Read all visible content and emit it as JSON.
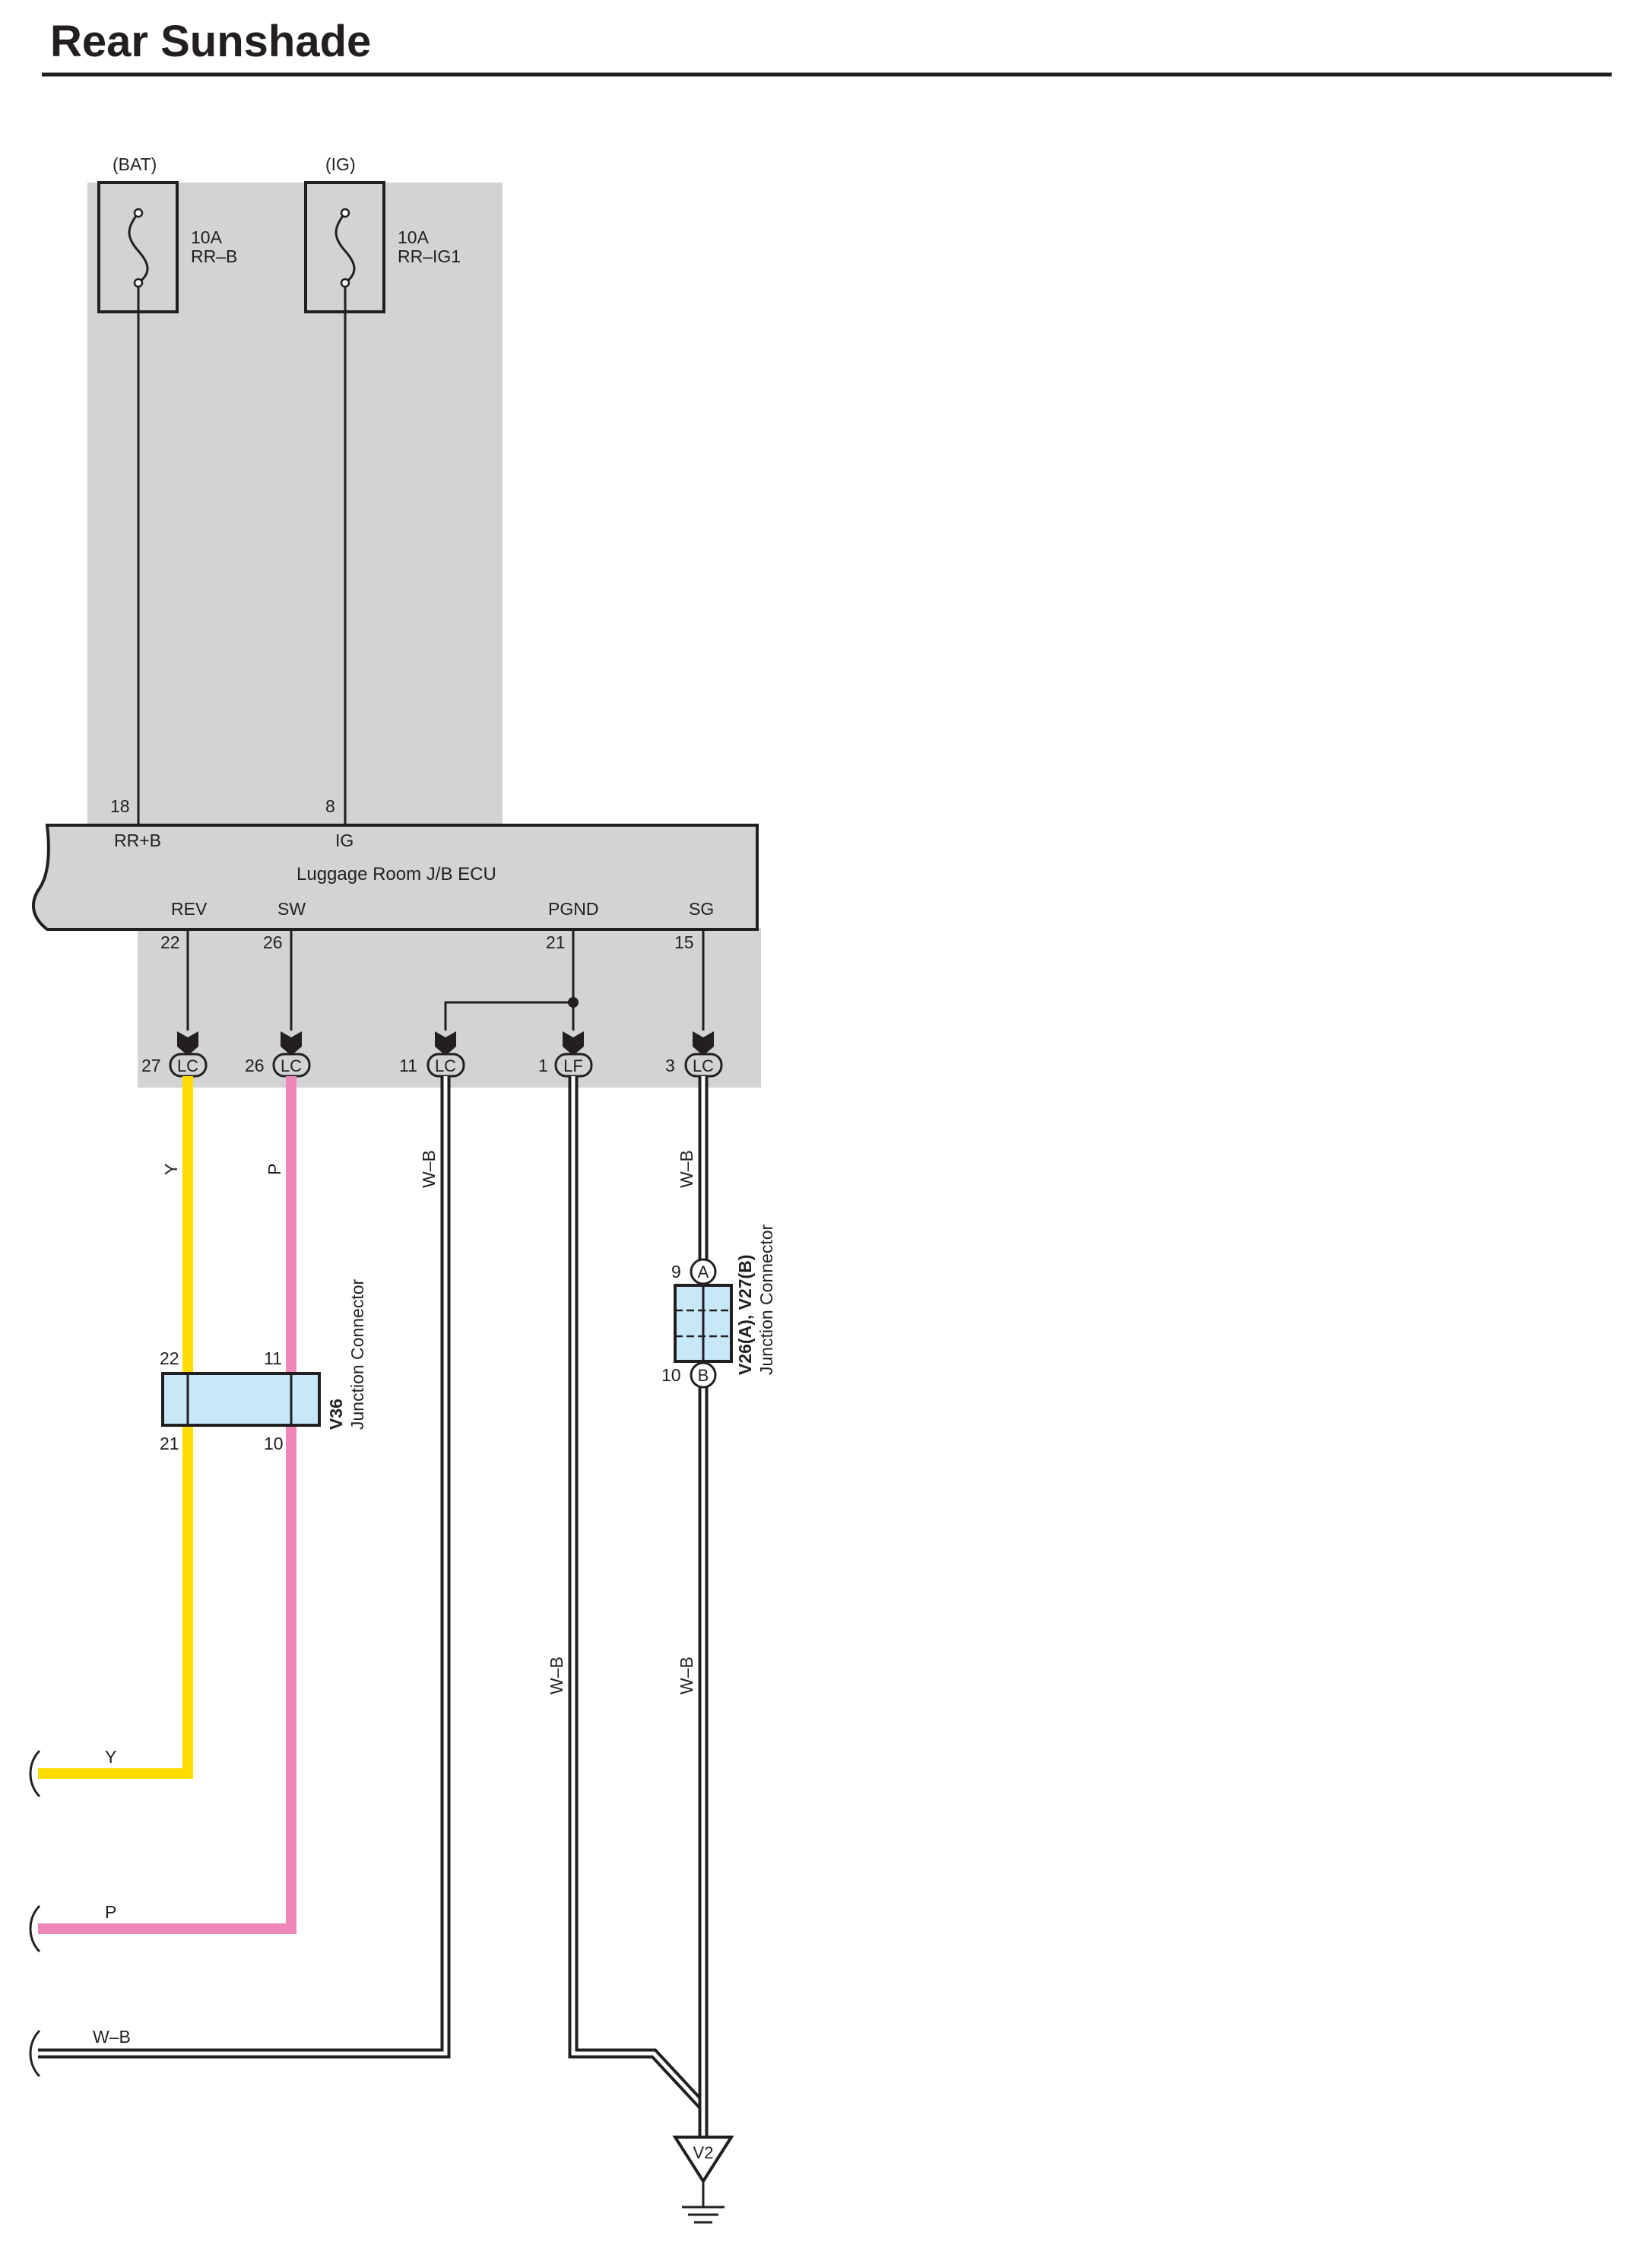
{
  "title": "Rear Sunshade",
  "fuses": [
    {
      "source": "(BAT)",
      "amp": "10A",
      "name": "RR–B"
    },
    {
      "source": "(IG)",
      "amp": "10A",
      "name": "RR–IG1"
    }
  ],
  "ecu": {
    "name": "Luggage Room J/B ECU",
    "top_pins": [
      {
        "num": "18",
        "label": "RR+B"
      },
      {
        "num": "8",
        "label": "IG"
      }
    ],
    "bottom_pins": [
      {
        "num": "22",
        "label": "REV"
      },
      {
        "num": "26",
        "label": "SW"
      },
      {
        "num": "21",
        "label": "PGND"
      },
      {
        "num": "15",
        "label": "SG"
      }
    ]
  },
  "connectors": [
    {
      "num": "27",
      "code": "LC"
    },
    {
      "num": "26",
      "code": "LC"
    },
    {
      "num": "11",
      "code": "LC"
    },
    {
      "num": "1",
      "code": "LF"
    },
    {
      "num": "3",
      "code": "LC"
    }
  ],
  "wires": {
    "y": "Y",
    "p": "P",
    "wb_1": "W–B",
    "wb_2": "W–B",
    "wb_3": "W–B",
    "wb_4": "W–B",
    "y_end": "Y",
    "p_end": "P",
    "wb_end": "W–B"
  },
  "v36": {
    "id": "V36",
    "desc": "Junction Connector",
    "pins": {
      "tl": "22",
      "tr": "11",
      "bl": "21",
      "br": "10"
    }
  },
  "v26": {
    "id": "V26(A), V27(B)",
    "desc": "Junction Connector",
    "pin_top": "9",
    "pin_bottom": "10",
    "letter_top": "A",
    "letter_bottom": "B"
  },
  "ground": "V2",
  "colors": {
    "yellow_wire": "#ffdd00",
    "pink_wire": "#ef86b8",
    "shade": "#d1d3d4",
    "junction_fill": "#c6e8f7",
    "line": "#231f20"
  }
}
